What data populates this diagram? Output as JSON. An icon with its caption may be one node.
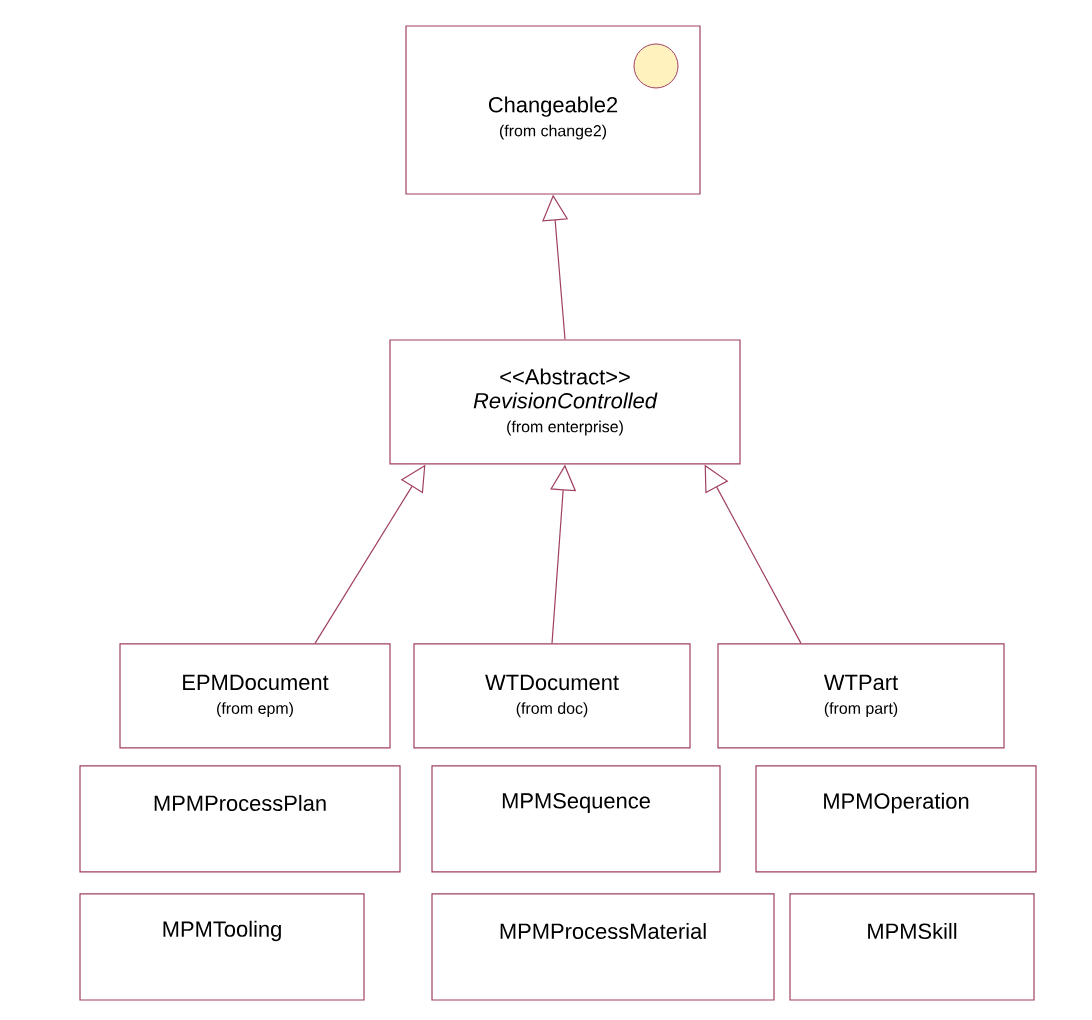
{
  "diagram": {
    "nodes": [
      {
        "text": [
          "Changeable2",
          "(from change2)"
        ]
      },
      {
        "text": [
          "<<Abstract>>",
          "RevisionControlled",
          "(from enterprise)"
        ]
      },
      {
        "text": [
          "EPMDocument",
          "(from epm)"
        ]
      },
      {
        "text": [
          "WTDocument",
          "(from doc)"
        ]
      },
      {
        "text": [
          "WTPart",
          "(from part)"
        ]
      },
      {
        "text": [
          "MPMProcessPlan"
        ]
      },
      {
        "text": [
          "MPMSequence"
        ]
      },
      {
        "text": [
          "MPMOperation"
        ]
      },
      {
        "text": [
          "MPMTooling"
        ]
      },
      {
        "text": [
          "MPMProcessMaterial"
        ]
      },
      {
        "text": [
          "MPMSkill"
        ]
      }
    ],
    "edges": [
      {
        "from": 1,
        "to": 0,
        "arrow": "to"
      },
      {
        "from": 2,
        "to": 1,
        "arrow": "to"
      },
      {
        "from": 3,
        "to": 1,
        "arrow": "to"
      },
      {
        "from": 4,
        "to": 1,
        "arrow": "to"
      }
    ]
  }
}
